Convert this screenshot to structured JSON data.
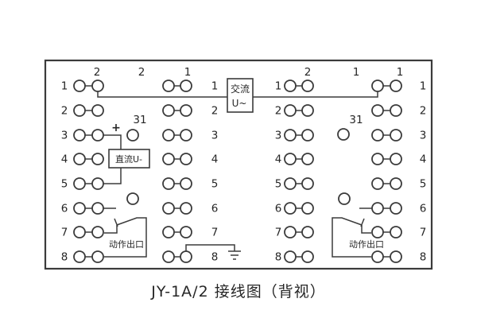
{
  "title": "JY-1A/2 接线图（背视）",
  "frame": {
    "terminal_rows": [
      "1",
      "2",
      "3",
      "4",
      "5",
      "6",
      "7",
      "8"
    ]
  },
  "labels": {
    "top_left": [
      "2",
      "2",
      "1"
    ],
    "top_right": [
      "2",
      "1",
      "1"
    ],
    "spare_left": "31",
    "spare_right": "31",
    "dc_plus": "+",
    "action_outlet_left": "动作出口",
    "action_outlet_right": "动作出口"
  },
  "boxes": {
    "ac_line1": "交流",
    "ac_line2": "U~",
    "dc": "直流U-"
  },
  "colors": {
    "line": "#3b3b3b",
    "text": "#262626"
  }
}
